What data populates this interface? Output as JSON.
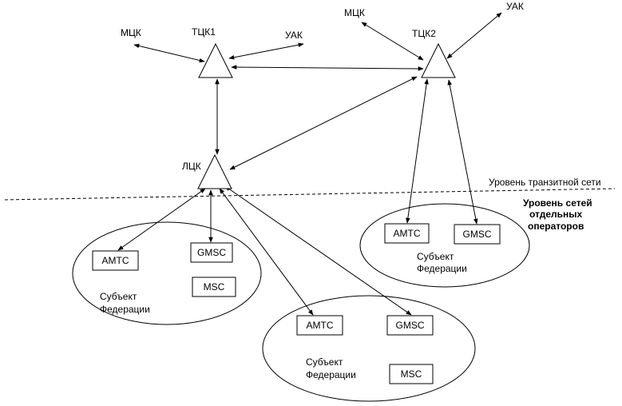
{
  "nodes": {
    "tck1": {
      "label": "ТЦК1"
    },
    "tck2": {
      "label": "ТЦК2"
    },
    "lck": {
      "label": "ЛЦК"
    }
  },
  "external": {
    "mck_left": "МЦК",
    "uak_left": "УАК",
    "mck_right": "МЦК",
    "uak_right": "УАК"
  },
  "levels": {
    "transit": "Уровень транзитной сети",
    "operators": [
      "Уровень сетей",
      "отдельных",
      "операторов"
    ]
  },
  "subjects": [
    {
      "title": [
        "Субъект",
        "Федерации"
      ],
      "boxes": {
        "amts": "АМТС",
        "gmsc": "GMSC",
        "msc": "MSC"
      }
    },
    {
      "title": [
        "Субъект",
        "Федерации"
      ],
      "boxes": {
        "amts": "АМТС",
        "gmsc": "GMSC",
        "msc": "MSC"
      }
    },
    {
      "title": [
        "Субъект",
        "Федерации"
      ],
      "boxes": {
        "amts": "АМТС",
        "gmsc": "GMSC"
      }
    }
  ],
  "colors": {
    "stroke": "#000000",
    "background": "#ffffff"
  }
}
